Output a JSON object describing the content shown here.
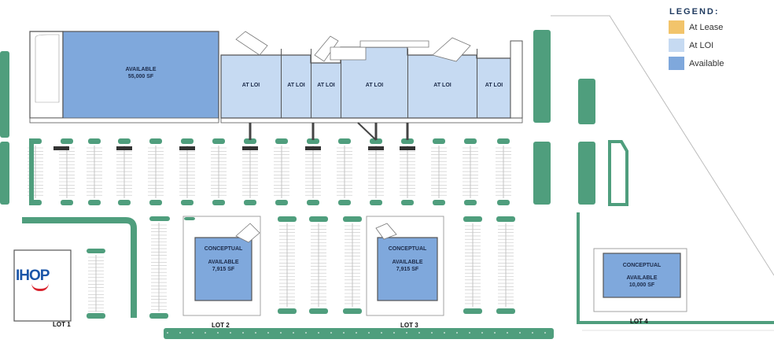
{
  "legend": {
    "title": "LEGEND:",
    "items": [
      {
        "label": "At Lease",
        "color": "#f2c46b"
      },
      {
        "label": "At LOI",
        "color": "#c6daf2"
      },
      {
        "label": "Available",
        "color": "#7fa8dc"
      }
    ]
  },
  "colors": {
    "landscape": "#4f9e7d",
    "building_outline": "#555555",
    "parking_line": "#aaaaaa"
  },
  "anchor": {
    "status": "AVAILABLE",
    "size": "55,000 SF"
  },
  "shops": [
    {
      "label": "AT LOI"
    },
    {
      "label": "AT LOI"
    },
    {
      "label": "AT LOI"
    },
    {
      "label": "AT LOI"
    },
    {
      "label": "AT LOI"
    },
    {
      "label": "AT LOI"
    }
  ],
  "pads": [
    {
      "tag": "CONCEPTUAL",
      "status": "AVAILABLE",
      "size": "7,915 SF",
      "lot": "LOT 2"
    },
    {
      "tag": "CONCEPTUAL",
      "status": "AVAILABLE",
      "size": "7,915 SF",
      "lot": "LOT 3"
    },
    {
      "tag": "CONCEPTUAL",
      "status": "AVAILABLE",
      "size": "10,000 SF",
      "lot": "LOT 4"
    }
  ],
  "lot1": {
    "lot": "LOT 1",
    "logo": "IHOP"
  }
}
